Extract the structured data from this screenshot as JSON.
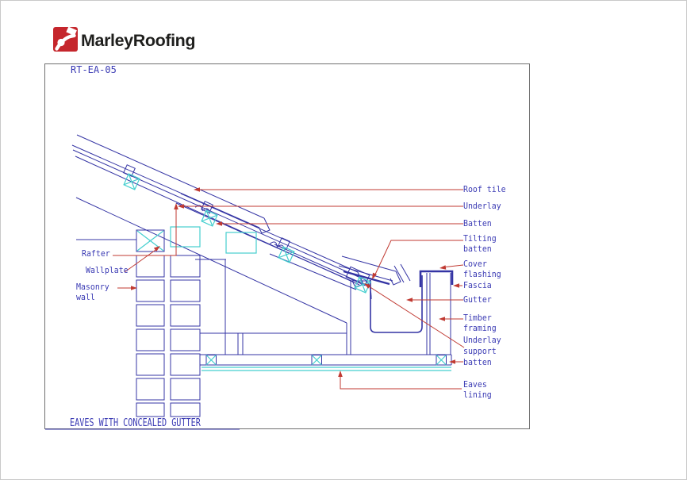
{
  "logo": {
    "text": "MarleyRoofing",
    "icon": "marley-roofer-icon",
    "brand_red": "#c5262c",
    "text_color": "#1f1f1d"
  },
  "drawing": {
    "code": "RT-EA-05",
    "title": "EAVES WITH CONCEALED GUTTER",
    "colors": {
      "line_navy": "#3434a4",
      "accent_cyan": "#45cfcf",
      "leader_red": "#c03a32",
      "label_blue": "#3b3bb4",
      "frame_gray": "#707070"
    },
    "callouts": {
      "roof_tile": "Roof tile",
      "underlay": "Underlay",
      "batten": "Batten",
      "tilting_batten": "Tilting\nbatten",
      "cover_flashing": "Cover\nflashing",
      "fascia": "Fascia",
      "gutter": "Gutter",
      "timber_framing": "Timber\nframing",
      "underlay_support_batten": "Underlay\nsupport\nbatten",
      "eaves_lining": "Eaves\nlining",
      "rafter": "Rafter",
      "wallplate": "Wallplate",
      "masonry_wall": "Masonry\nwall"
    }
  }
}
